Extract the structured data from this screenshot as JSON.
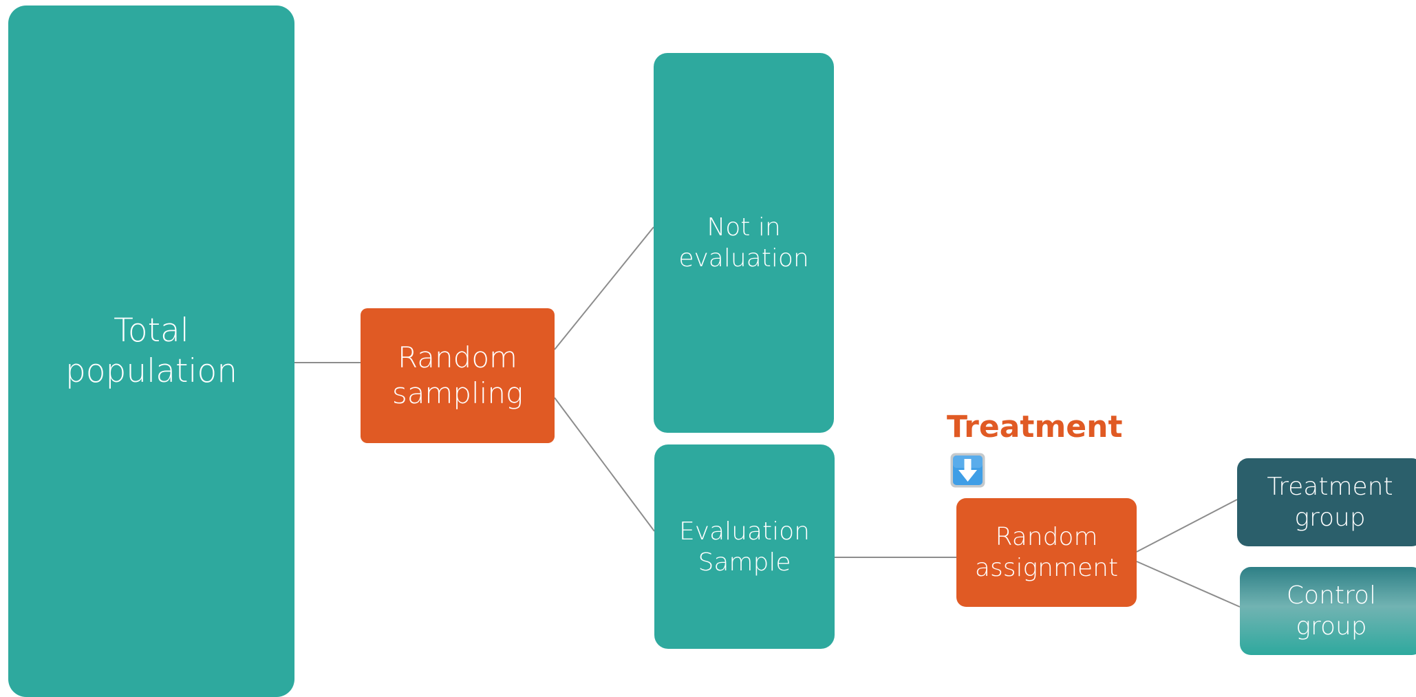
{
  "diagram": {
    "nodes": {
      "total_population": "Total\npopulation",
      "random_sampling": "Random\nsampling",
      "not_in_evaluation": "Not in\nevaluation",
      "evaluation_sample": "Evaluation\nSample",
      "random_assignment": "Random\nassignment",
      "treatment_group": "Treatment\ngroup",
      "control_group": "Control\ngroup"
    },
    "annotation": {
      "label": "Treatment",
      "icon": "down-arrow-icon"
    },
    "colors": {
      "teal": "#2ea99e",
      "orange": "#e05a24",
      "dark_teal": "#2b5f6b",
      "connector": "#8c8c8c"
    }
  }
}
